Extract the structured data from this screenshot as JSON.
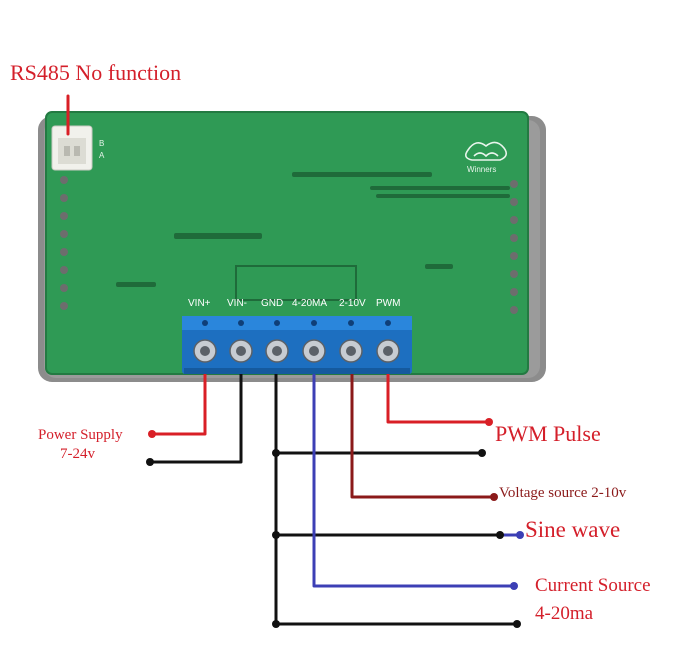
{
  "title": "RS485 No function",
  "board": {
    "logo_text": "Winners",
    "connector_marks": [
      "B",
      "A"
    ],
    "pin_labels": [
      "VIN+",
      "VIN-",
      "GND",
      "4-20MA",
      "2-10V",
      "PWM"
    ]
  },
  "annotations": {
    "power_supply": "Power Supply",
    "power_voltage": "7-24v",
    "pwm": "PWM Pulse",
    "voltage_source": "Voltage source 2-10v",
    "sine_wave": "Sine wave",
    "current_source": "Current Source",
    "current_range": "4-20ma"
  },
  "colors": {
    "board": "#2f9a55",
    "terminal_block": "#1d6fc0",
    "title": "#d41f2a",
    "power_wire": "#d91f26",
    "ground_wire": "#111111",
    "current_wire": "#3c3fb5",
    "voltage_wire": "#8b1a1a",
    "pwm_label": "#d41f2a"
  }
}
